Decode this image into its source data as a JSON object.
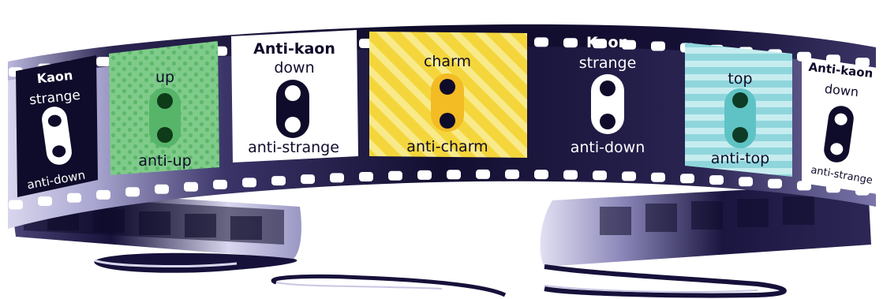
{
  "colors": {
    "film_dark": "#0f0b2a",
    "film_light": "#c8c6e4",
    "film_highlight": "#f2f1fa",
    "hole": "#ffffff",
    "green_bg": "#7fcb8a",
    "green_dot": "#5db86b",
    "green_pill": "#57b56a",
    "green_quark": "#0e3b18",
    "yellow_bg": "#f4d63c",
    "yellow_stripe": "#f8ea8a",
    "yellow_pill": "#f3bb24",
    "cyan_bg": "#8fd6dc",
    "cyan_stripe": "#c6ecef",
    "cyan_pill": "#5fc3c5",
    "cyan_quark": "#0e3b26",
    "white_frame": "#ffffff",
    "dark_frame": "#0f0b2a"
  },
  "frames": [
    {
      "id": "kaon-left",
      "title": "Kaon",
      "top_label": "strange",
      "bottom_label": "anti-down",
      "style": "dark"
    },
    {
      "id": "up-pair",
      "title": "",
      "top_label": "up",
      "bottom_label": "anti-up",
      "style": "green"
    },
    {
      "id": "antikaon-left",
      "title": "Anti-kaon",
      "top_label": "down",
      "bottom_label": "anti-strange",
      "style": "white"
    },
    {
      "id": "charm-pair",
      "title": "",
      "top_label": "charm",
      "bottom_label": "anti-charm",
      "style": "yellow"
    },
    {
      "id": "kaon-right",
      "title": "Kaon",
      "top_label": "strange",
      "bottom_label": "anti-down",
      "style": "dark"
    },
    {
      "id": "top-pair",
      "title": "",
      "top_label": "top",
      "bottom_label": "anti-top",
      "style": "cyan"
    },
    {
      "id": "antikaon-right",
      "title": "Anti-kaon",
      "top_label": "down",
      "bottom_label": "anti-strange",
      "style": "white"
    }
  ]
}
